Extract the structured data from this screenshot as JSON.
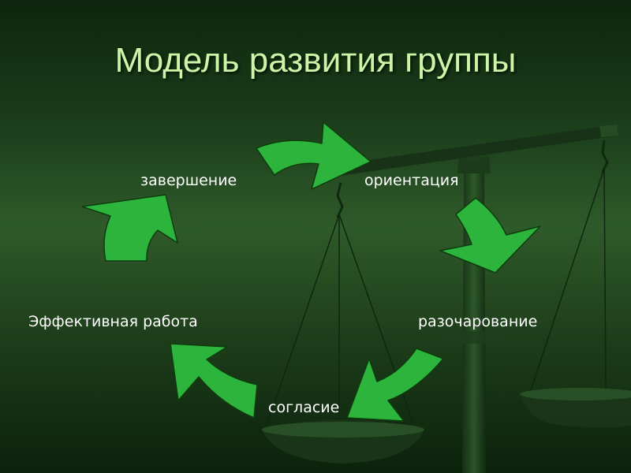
{
  "title": "Модель развития группы",
  "stages": {
    "orientation": "ориентация",
    "disappointment": "разочарование",
    "agreement": "согласие",
    "effective_work": "Эффективная работа",
    "completion": "завершение"
  },
  "colors": {
    "arrow_fill": "#2db43c",
    "arrow_stroke": "#0d3d0d",
    "title_text": "#ccf5a8",
    "label_text": "#ffffff"
  }
}
